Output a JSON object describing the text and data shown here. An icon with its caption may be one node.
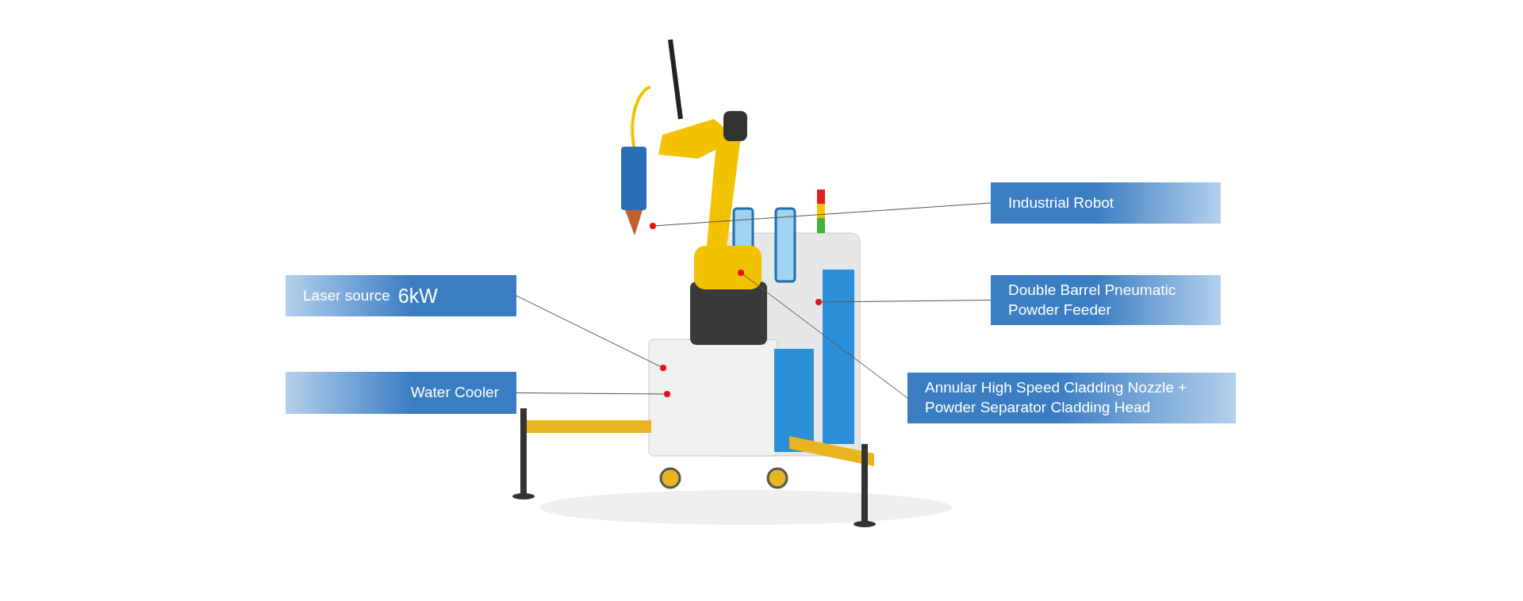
{
  "diagram": {
    "nodes": [
      {
        "text": [
          "Industrial Robot"
        ]
      },
      {
        "text": [
          "Laser source",
          "6kW"
        ]
      },
      {
        "text": [
          "Double Barrel Pneumatic Powder Feeder"
        ]
      },
      {
        "text": [
          "Annular High Speed Cladding Nozzle + Powder Separator Cladding Head"
        ]
      },
      {
        "text": [
          "Water Cooler"
        ]
      },
      {
        "text": [],
        "shape": "circle"
      },
      {
        "text": [],
        "shape": "circle"
      },
      {
        "text": [],
        "shape": "circle"
      },
      {
        "text": [],
        "shape": "circle"
      },
      {
        "text": [],
        "shape": "circle"
      }
    ],
    "edges": [
      {
        "from": 0,
        "to": 5,
        "arrow": "none"
      },
      {
        "from": 1,
        "to": 6,
        "arrow": "none"
      },
      {
        "from": 2,
        "to": 9,
        "arrow": "none"
      },
      {
        "from": 3,
        "to": 8,
        "arrow": "none"
      },
      {
        "from": 4,
        "to": 7,
        "arrow": "none"
      }
    ]
  }
}
